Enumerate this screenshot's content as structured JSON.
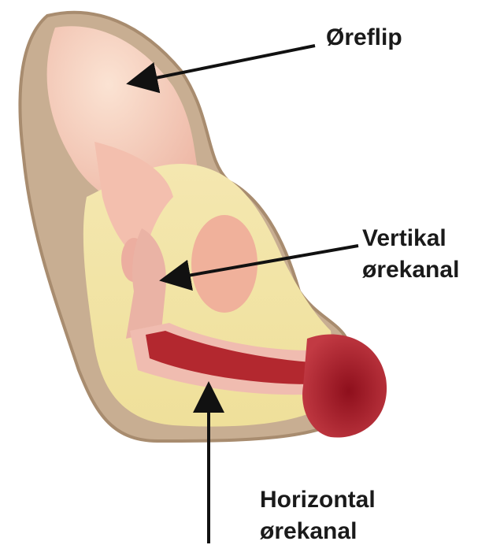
{
  "labels": {
    "oreflip": "Øreflip",
    "vertikal": [
      "Vertikal",
      "ørekanal"
    ],
    "horizontal": [
      "Horizontal",
      "ørekanal"
    ]
  },
  "colors": {
    "fur": "#b59a7c",
    "skin": "#f3c9b4",
    "cartilage": "#f0e2a4",
    "canal": "#e9a5a5",
    "canal_dark": "#a8222c",
    "arrow": "#111111"
  }
}
